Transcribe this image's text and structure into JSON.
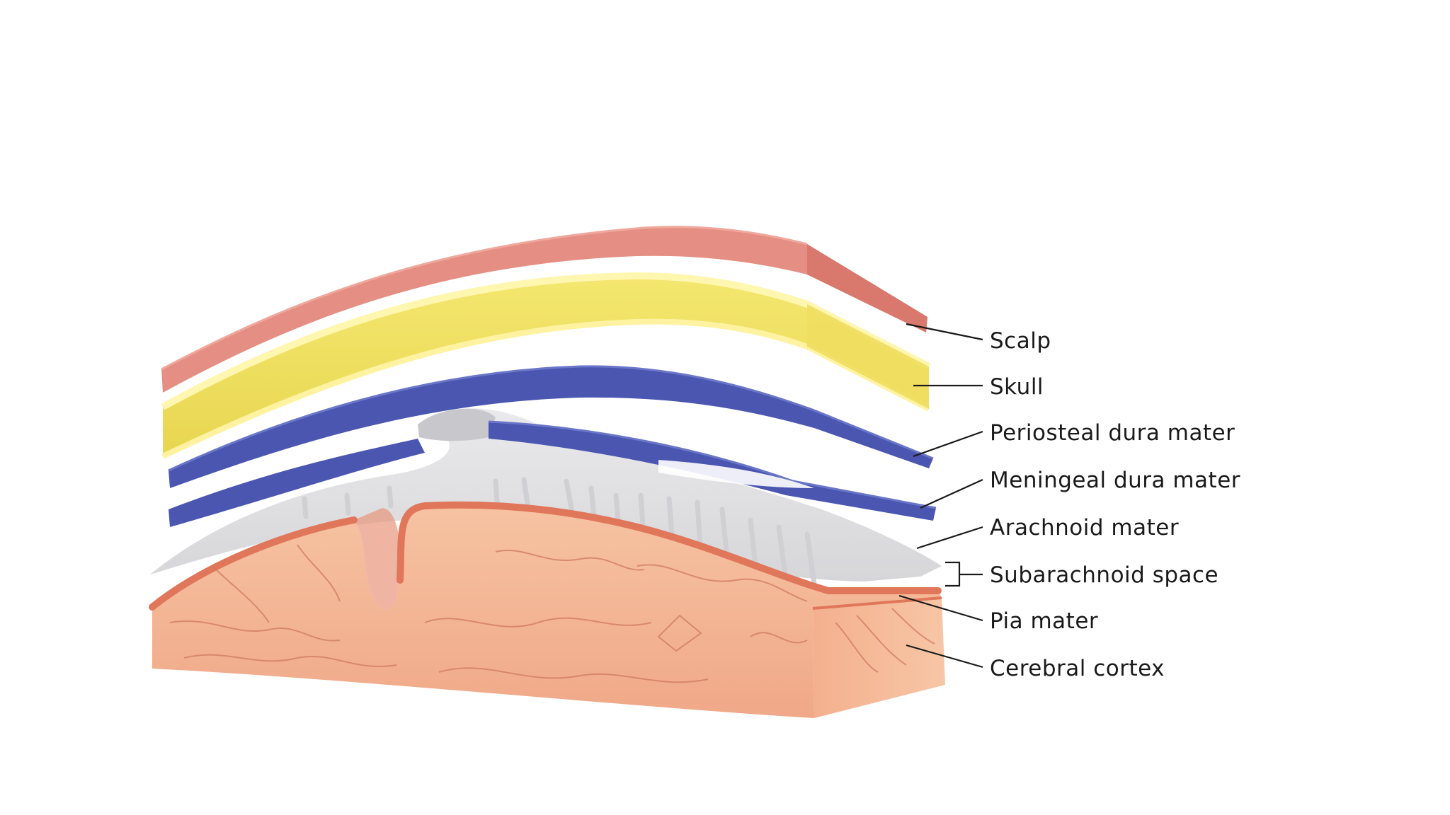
{
  "labels": {
    "scalp": "Scalp",
    "skull": "Skull",
    "periosteal_dura": "Periosteal dura mater",
    "meningeal_dura": "Meningeal dura mater",
    "arachnoid": "Arachnoid mater",
    "subarachnoid": "Subarachnoid space",
    "pia": "Pia mater",
    "cortex": "Cerebral cortex"
  },
  "colors": {
    "scalp": "#e58f84",
    "scalp_side": "#d9786c",
    "skull": "#f2e266",
    "skull_edge": "#fff4a8",
    "dura": "#4a56b0",
    "dura_light": "#6470c4",
    "arachnoid": "#d9d9dc",
    "pia": "#e0765a",
    "cortex": "#f4b894",
    "cortex_vein": "#c8705a"
  }
}
